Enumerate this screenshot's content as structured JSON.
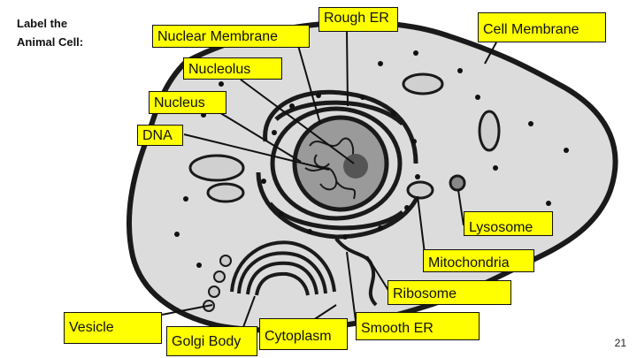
{
  "instruction": "Label the\nAnimal Cell:",
  "slide_number": "21",
  "labels": {
    "nuclear_membrane": "Nuclear Membrane",
    "rough_er": "Rough ER",
    "cell_membrane": "Cell Membrane",
    "nucleolus": "Nucleolus",
    "nucleus": "Nucleus",
    "dna": "DNA",
    "lysosome": "Lysosome",
    "mitochondria": "Mitochondria",
    "ribosome": "Ribosome",
    "vesicle": "Vesicle",
    "golgi_body": "Golgi Body",
    "cytoplasm": "Cytoplasm",
    "smooth_er": "Smooth ER"
  },
  "colors": {
    "label_fill": "#ffff00",
    "cell_fill": "#dcdcdc",
    "nucleus_fill": "#9a9a9a",
    "nucleolus_fill": "#555555"
  }
}
